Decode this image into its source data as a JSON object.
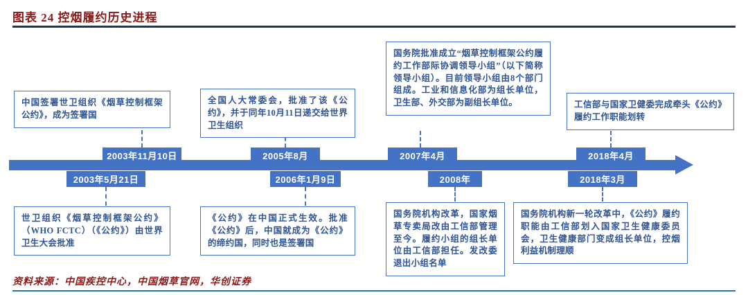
{
  "header": {
    "title": "图表 24  控烟履约历史进程"
  },
  "colors": {
    "accent_blue": "#4472C4",
    "navy_rule": "#17375E",
    "bottom_rule_blue": "#2E74B5",
    "title_red": "#8B1A1A",
    "note_text_blue": "#2E5496"
  },
  "timeline": {
    "direction": "left-to-right",
    "events_top": [
      {
        "date": "2003年11月10日",
        "text": "中国签署世卫组织《烟草控制框架公约》，成为签署国"
      },
      {
        "date": "2005年8月",
        "text": "全国人大常委会，批准了该《公约》，并于同年10月11日递交给世界卫生组织"
      },
      {
        "date": "2007年4月",
        "text": "国务院批准成立“烟草控制框架公约履约工作部际协调领导小组”（以下简称领导小组）。目前领导小组由8个部门组成。工业和信息化部为组长单位，卫生部、外交部为副组长单位。"
      },
      {
        "date": "2018年4月",
        "text": "工信部与国家卫健委完成牵头《公约》履约工作职能划转"
      }
    ],
    "events_bottom": [
      {
        "date": "2003年5月21日",
        "text": "世卫组织《烟草控制框架公约》（WHO FCTC）（《公约》）由世界卫生大会批准"
      },
      {
        "date": "2006年1月9日",
        "text": "《公约》在中国正式生效。批准《公约》后，中国就成为《公约》的缔约国，同时也是签署国"
      },
      {
        "date": "2008年",
        "text": "国务院机构改革，国家烟草专卖局改由工信部管理至今。履约小组的组长单位由工信部担任。发改委退出小组名单"
      },
      {
        "date": "2018年3月",
        "text": "国务院机构新一轮改革中，《公约》履约职能由工信部划入国家卫生健康委员会，卫生健康部门变成组长单位，控烟利益机制理顺"
      }
    ]
  },
  "footer": {
    "source": "资料来源：中国疾控中心，中国烟草官网，华创证券"
  }
}
